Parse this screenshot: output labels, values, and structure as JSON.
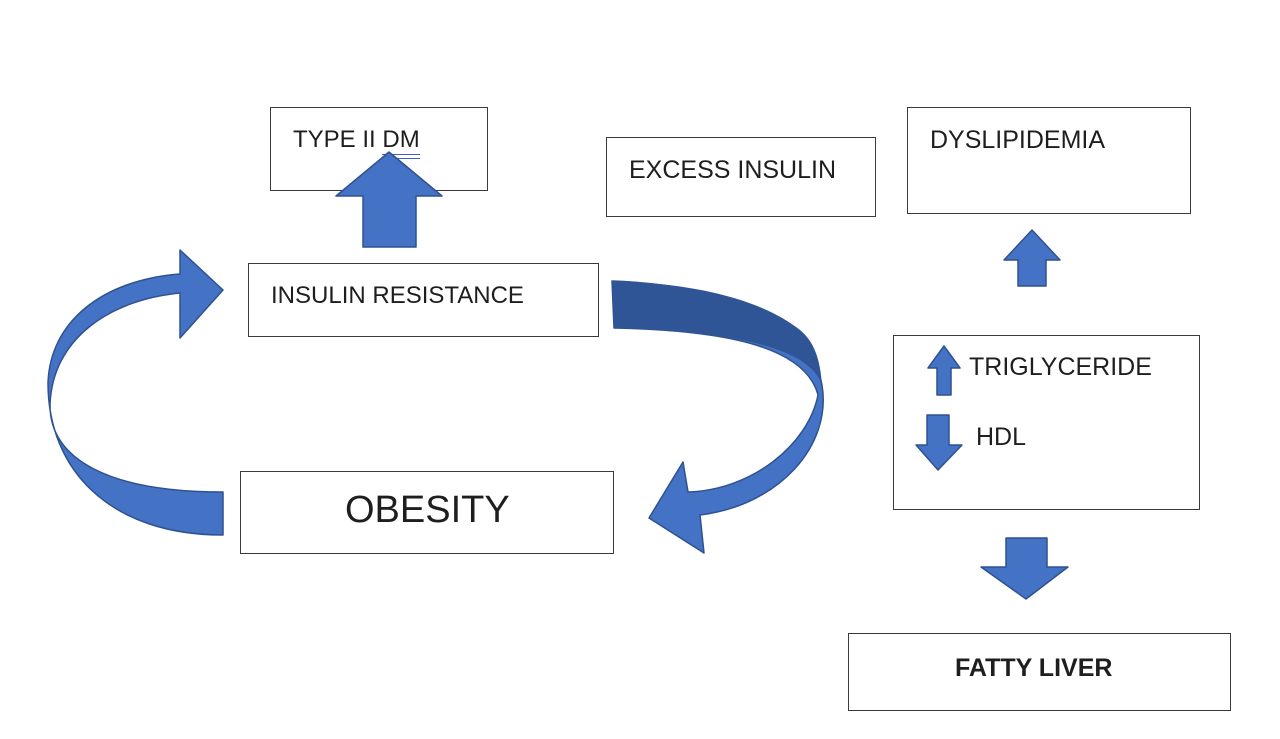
{
  "boxes": {
    "type2dm": {
      "label_a": "TYPE II",
      "label_b": "DM"
    },
    "excess_insulin": {
      "label": "EXCESS INSULIN"
    },
    "dyslipidemia": {
      "label": "DYSLIPIDEMIA"
    },
    "insulin_resistance": {
      "label": "INSULIN RESISTANCE"
    },
    "obesity": {
      "label": "OBESITY"
    },
    "lipids": {
      "triglyceride": "TRIGLYCERIDE",
      "hdl": "HDL"
    },
    "fatty_liver": {
      "label": "FATTY LIVER"
    }
  },
  "colors": {
    "arrow_fill": "#4472c4",
    "arrow_stroke": "#2f528f",
    "arrow_dark": "#2f5597",
    "border": "#3a3a3a"
  }
}
